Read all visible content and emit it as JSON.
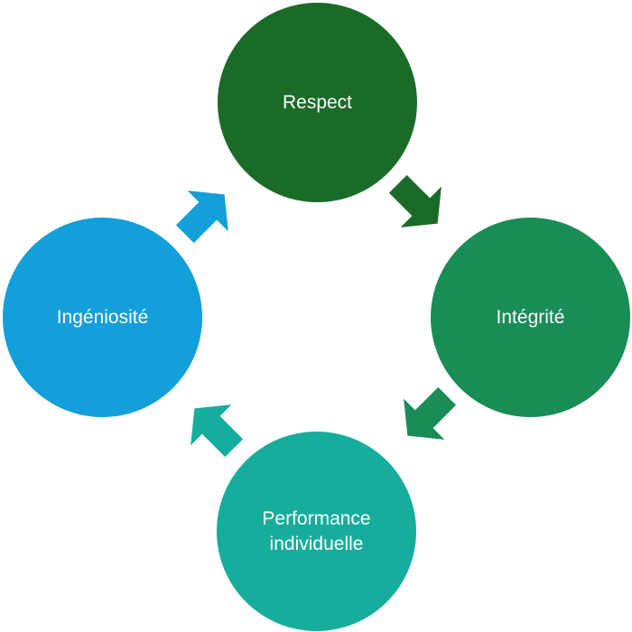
{
  "diagram": {
    "type": "cycle",
    "nodes": [
      {
        "id": "respect",
        "label": "Respect",
        "color": "#1b6b28"
      },
      {
        "id": "integrite",
        "label": "Intégrité",
        "color": "#1a8c55"
      },
      {
        "id": "performance",
        "label": "Performance individuelle",
        "color": "#17ad9c"
      },
      {
        "id": "ingeniosite",
        "label": "Ingéniosité",
        "color": "#139fd9"
      }
    ],
    "arrows": [
      {
        "from": "respect",
        "to": "integrite",
        "color": "#1b6b28",
        "direction": "down-right"
      },
      {
        "from": "integrite",
        "to": "performance",
        "color": "#1a8c55",
        "direction": "down-left"
      },
      {
        "from": "performance",
        "to": "ingeniosite",
        "color": "#17ad9c",
        "direction": "up-left"
      },
      {
        "from": "ingeniosite",
        "to": "respect",
        "color": "#139fd9",
        "direction": "up-right"
      }
    ]
  }
}
